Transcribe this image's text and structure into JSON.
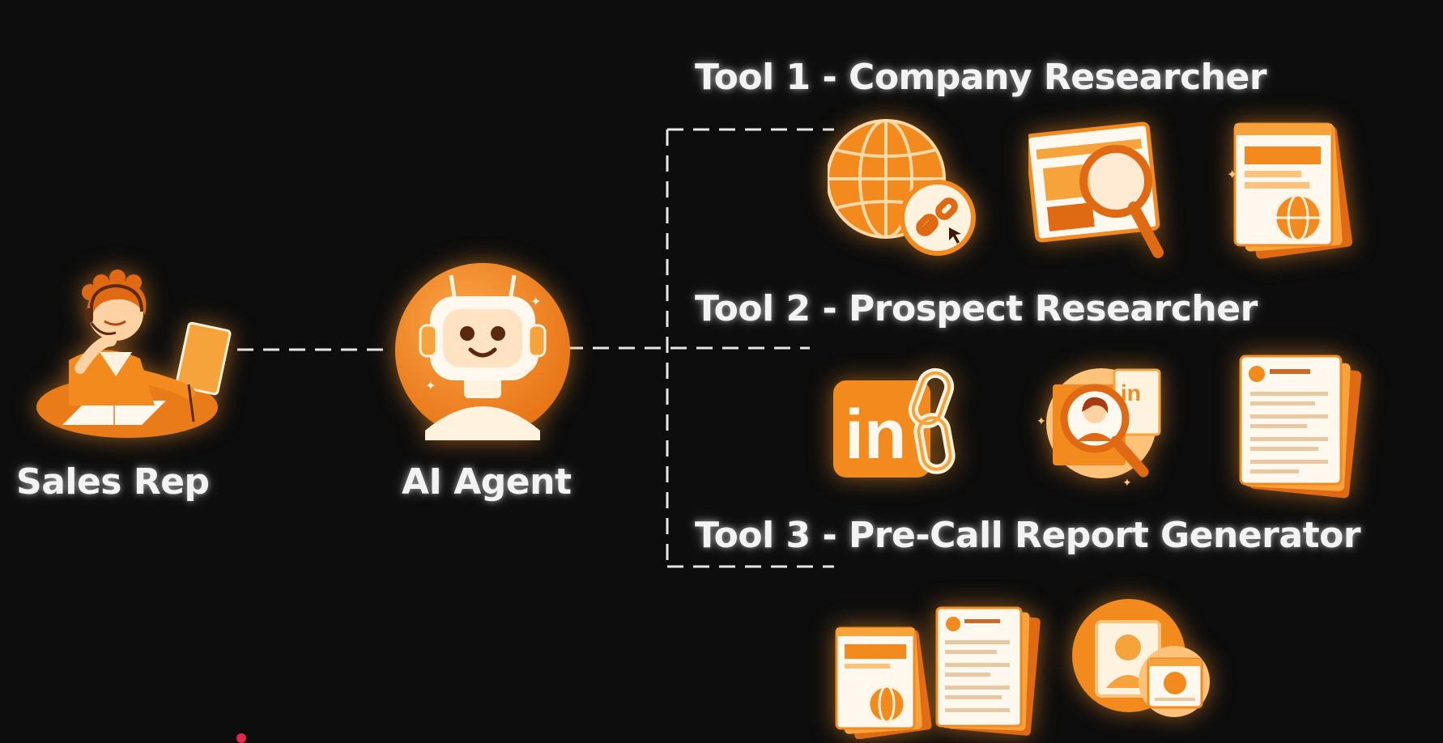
{
  "nodes": {
    "sales_rep": "Sales Rep",
    "ai_agent": "AI Agent"
  },
  "tools": [
    {
      "title": "Tool 1 - Company Researcher"
    },
    {
      "title": "Tool 2 - Prospect Researcher"
    },
    {
      "title": "Tool 3 - Pre-Call  Report Generator"
    }
  ],
  "icons": {
    "linkedin_text": "in"
  },
  "colors": {
    "background": "#0d0d0d",
    "accent": "#f28a1e",
    "accent_dark": "#d9600f",
    "accent_light": "#ffc27a",
    "text": "#f3f3f3",
    "dashed_line": "#e6e6e6"
  }
}
